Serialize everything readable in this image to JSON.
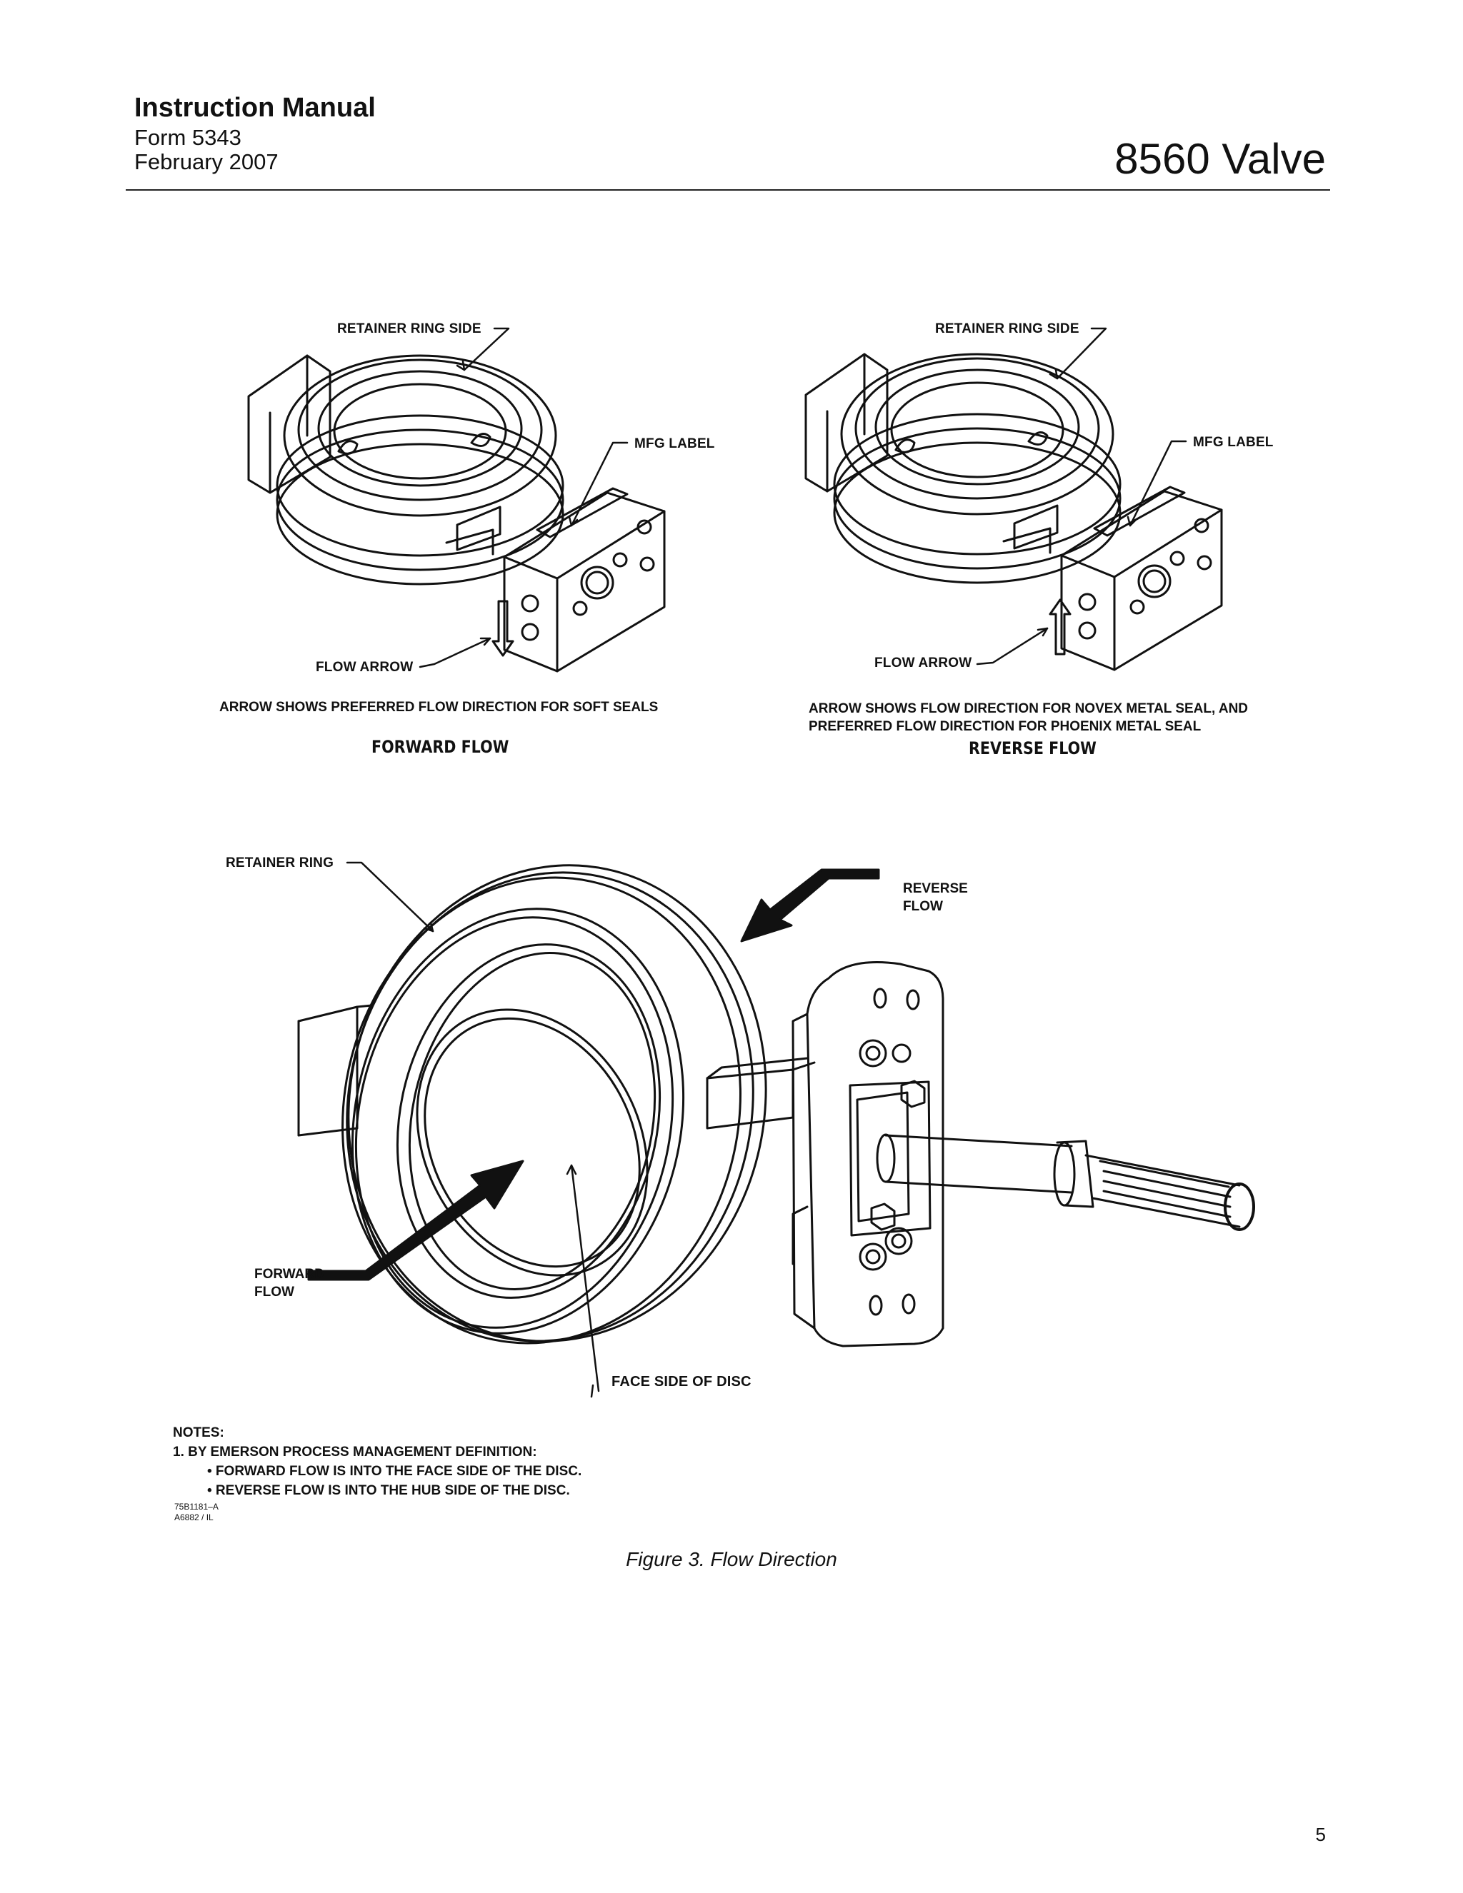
{
  "header": {
    "title": "Instruction Manual",
    "form": "Form 5343",
    "date": "February 2007",
    "product": "8560 Valve"
  },
  "diagram_top_left": {
    "label_retainer_side": "RETAINER RING SIDE",
    "label_mfg": "MFG LABEL",
    "label_flow_arrow": "FLOW ARROW",
    "caption": "ARROW SHOWS PREFERRED FLOW DIRECTION FOR SOFT SEALS",
    "title": "FORWARD FLOW"
  },
  "diagram_top_right": {
    "label_retainer_side": "RETAINER RING SIDE",
    "label_mfg": "MFG LABEL",
    "label_flow_arrow": "FLOW ARROW",
    "caption_line1": "ARROW SHOWS FLOW DIRECTION FOR NOVEX METAL SEAL, AND",
    "caption_line2": "PREFERRED FLOW DIRECTION FOR PHOENIX METAL SEAL",
    "title": "REVERSE FLOW"
  },
  "diagram_bottom": {
    "label_retainer_ring": "RETAINER RING",
    "label_reverse_1": "REVERSE",
    "label_reverse_2": "FLOW",
    "label_forward_1": "FORWARD",
    "label_forward_2": "FLOW",
    "label_face": "FACE SIDE OF DISC"
  },
  "notes": {
    "heading": "NOTES:",
    "line1": "1. BY EMERSON PROCESS MANAGEMENT DEFINITION:",
    "bullet1": "• FORWARD FLOW IS INTO THE FACE SIDE OF THE DISC.",
    "bullet2": "• REVERSE FLOW IS INTO THE HUB SIDE OF THE DISC."
  },
  "drawing_codes": [
    "75B1181–A",
    "A6882 / IL"
  ],
  "figure_caption": "Figure 3. Flow Direction",
  "page_number": "5"
}
